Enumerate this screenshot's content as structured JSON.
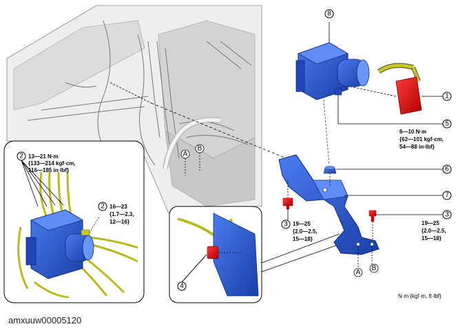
{
  "callouts": {
    "c1": "1",
    "c2": "2",
    "c3": "3",
    "c4": "4",
    "c5": "5",
    "c6": "6",
    "c7": "7",
    "c8": "8"
  },
  "letters": {
    "A": "A",
    "B": "B"
  },
  "torques": {
    "t2a": [
      "13—21 N·m",
      "{133—214 kgf·cm,",
      "116—185 in·lbf}"
    ],
    "t2b": [
      "16—23",
      "{1.7—2.3,",
      "12—16}"
    ],
    "t3left": [
      "19—25",
      "{2.0—2.5,",
      "15—18}"
    ],
    "t3right": [
      "19—25",
      "{2.0—2.5,",
      "15—18}"
    ],
    "t5": [
      "6—10 N·m",
      "{62—101 kgf·cm,",
      "54—88 in·lbf}"
    ]
  },
  "units_note": "N·m {kgf·m, ft·lbf}",
  "caption": "amxuuw00005120",
  "colors": {
    "hydraulic_unit": "#2f5fd8",
    "bracket": "#2f5fd8",
    "connector": "#e01818",
    "pipes": "#c8c820",
    "bolt": "#e01818"
  }
}
